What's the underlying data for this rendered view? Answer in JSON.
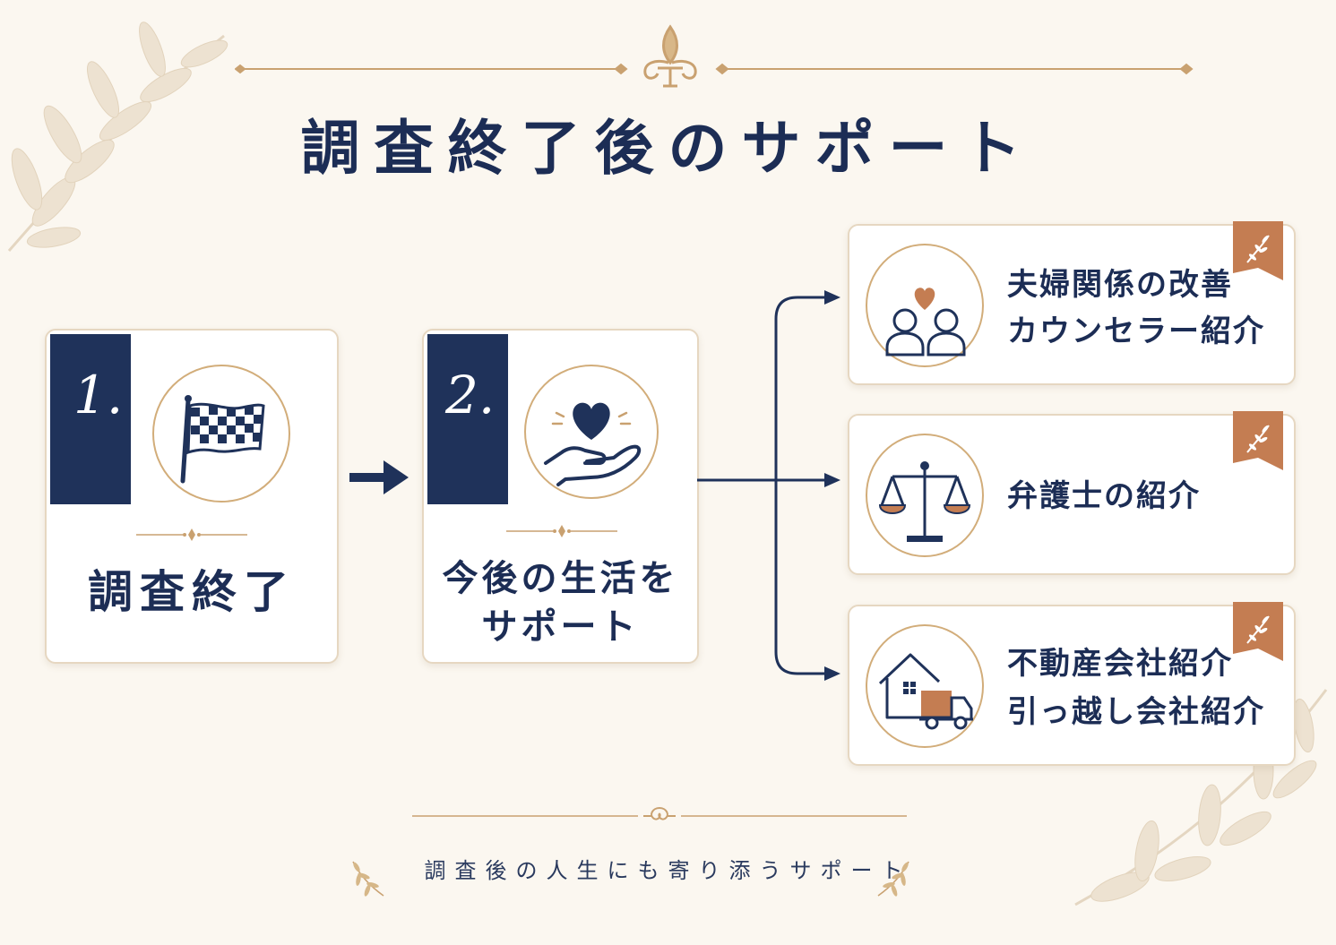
{
  "title": "調査終了後のサポート",
  "steps": [
    {
      "number": "1.",
      "label": "調査終了",
      "icon": "checkered-flag-icon"
    },
    {
      "number": "2.",
      "label_line1": "今後の生活を",
      "label_line2": "サポート",
      "icon": "heart-hand-icon"
    }
  ],
  "services": [
    {
      "line1": "夫婦関係の改善",
      "line2": "カウンセラー紹介",
      "icon": "couple-heart-icon"
    },
    {
      "line1": "弁護士の紹介",
      "icon": "scales-icon"
    },
    {
      "line1": "不動産会社紹介",
      "line2": "引っ越し会社紹介",
      "icon": "house-truck-icon"
    }
  ],
  "footer": "調査後の人生にも寄り添うサポート",
  "colors": {
    "navy": "#1f325a",
    "gold": "#c9a170",
    "copper": "#c47d52",
    "background": "#fbf7f0"
  }
}
